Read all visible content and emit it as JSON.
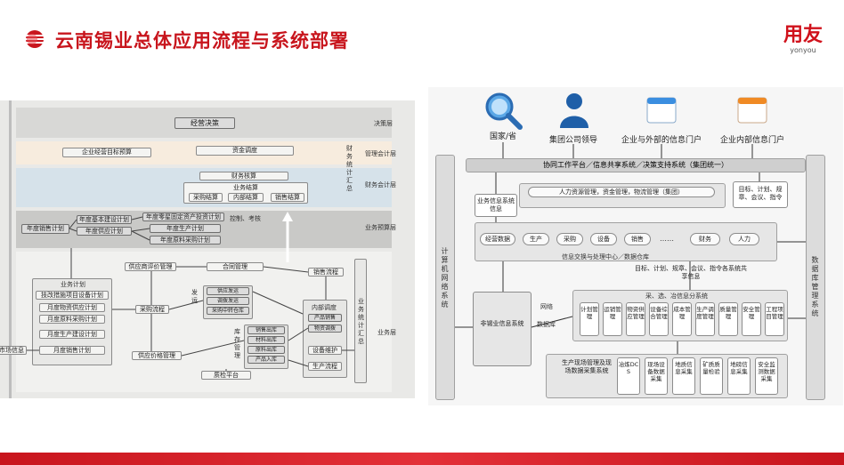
{
  "header": {
    "title": "云南锡业总体应用流程与系统部署",
    "brand_cn": "用友",
    "brand_en": "yonyou"
  },
  "left": {
    "layers": {
      "decision": "决策层",
      "mgmt_acct": "管理会计层",
      "fin_acct": "财务会计层",
      "budget": "业务预算层",
      "business": "业务层"
    },
    "boxes": {
      "decision": "经营决策",
      "target_budget": "企业经营目标预算",
      "fund_schedule": "资金调度",
      "fin_accounting": "财务核算",
      "biz_settle": "业务结算",
      "purchase_settle": "采购结算",
      "internal_settle": "内部结算",
      "sales_settle": "销售结算",
      "annual_sales_plan": "年度销售计划",
      "annual_basic_design": "年度基本建设计划",
      "annual_asset_invest": "年度零星固定资产投资计划",
      "annual_supply_plan": "年度供应计划",
      "annual_prod_plan": "年度生产计划",
      "annual_material_plan": "年度原料采购计划",
      "control_assess": "控制、考核",
      "biz_plan": "业务计划",
      "tech_measure": "技改措施项目设备计划",
      "monthly_material": "月度物资供应计划",
      "monthly_raw": "月度原料采购计划",
      "monthly_prod": "月度生产建设计划",
      "monthly_sales": "月度销售计划",
      "market_info": "市场信息",
      "supplier_eval": "供应商评价管理",
      "contract_mgmt": "合同管理",
      "sales_flow": "销售流程",
      "purchase_flow": "采购流程",
      "supply": "发运",
      "supply_deliver": "供应发运",
      "schedule_deliver": "调拨发运",
      "purchase_center": "采购中转仓库",
      "internal_schedule": "内部调度",
      "product_ship": "产品销售",
      "material_cost": "物资调拨",
      "inventory": "库存管理",
      "sales_out": "销售出库",
      "material_out": "材料出库",
      "raw_out": "原料出库",
      "product_in": "产品入库",
      "equipment": "设备维护",
      "production": "生产流程",
      "supply_price": "供应价格管理",
      "quality": "质检平台",
      "fin_summary_top": "财务统计汇总",
      "fin_summary_bot": "业务统计汇总"
    }
  },
  "right": {
    "top_entities": [
      "国家/省",
      "集团公司领导",
      "企业与外部的信息门户",
      "企业内部信息门户"
    ],
    "collab": "协同工作平台／信息共享系统／决策支持系统（集团统一）",
    "biz_info": "业务信息系统信息",
    "hr_bar": "人力资源管理，资金管理，物流管理（集团）",
    "targets": "目标、计划、规章、会议、指令",
    "modules": [
      "经营数据",
      "生产",
      "采购",
      "设备",
      "销售",
      "……",
      "财务",
      "人力"
    ],
    "exchange": "信息交换与处理中心／数据仓库",
    "share_text": "目标、计划、规章、会议、指令各系统共享信息",
    "computer_net": "计算机网络系统",
    "db_mgmt": "数据库管理系统",
    "non_tin": "非锡业信息系统",
    "net": "网络",
    "dbase": "数据库",
    "smelt_title": "采、选、冶信息分系统",
    "smelt_mods": [
      "计划管理",
      "运销管理",
      "物资供应管理",
      "设备综合管理",
      "成本管理",
      "生产调度管理",
      "质量管理",
      "安全管理",
      "工程项目管理"
    ],
    "field_title": "生产现场管理及现场数据采集系统",
    "field_mods": [
      "冶炼DCS",
      "现场设备数据采集",
      "地质信息采集",
      "矿质质量检验",
      "地磅信息采集",
      "安全监测数据采集"
    ]
  },
  "colors": {
    "accent": "#c8151d",
    "left_bg": "#e9e9e7",
    "right_bg": "#f6f6f6"
  }
}
